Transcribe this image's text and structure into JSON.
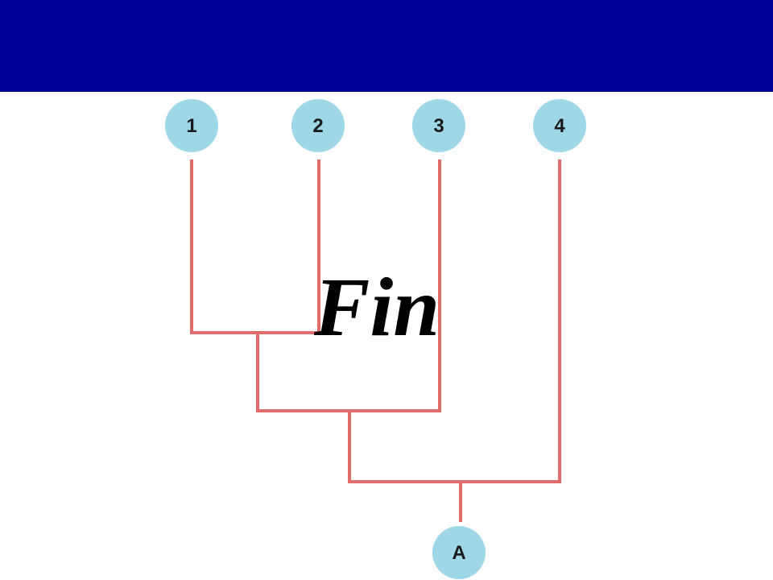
{
  "header": {
    "color": "#000099"
  },
  "tree": {
    "leaves": [
      {
        "label": "1"
      },
      {
        "label": "2"
      },
      {
        "label": "3"
      },
      {
        "label": "4"
      }
    ],
    "root": {
      "label": "A"
    },
    "node_color": "#9ed8e6",
    "branch_color": "#e06c6c"
  },
  "overlay": {
    "text": "Fin"
  }
}
